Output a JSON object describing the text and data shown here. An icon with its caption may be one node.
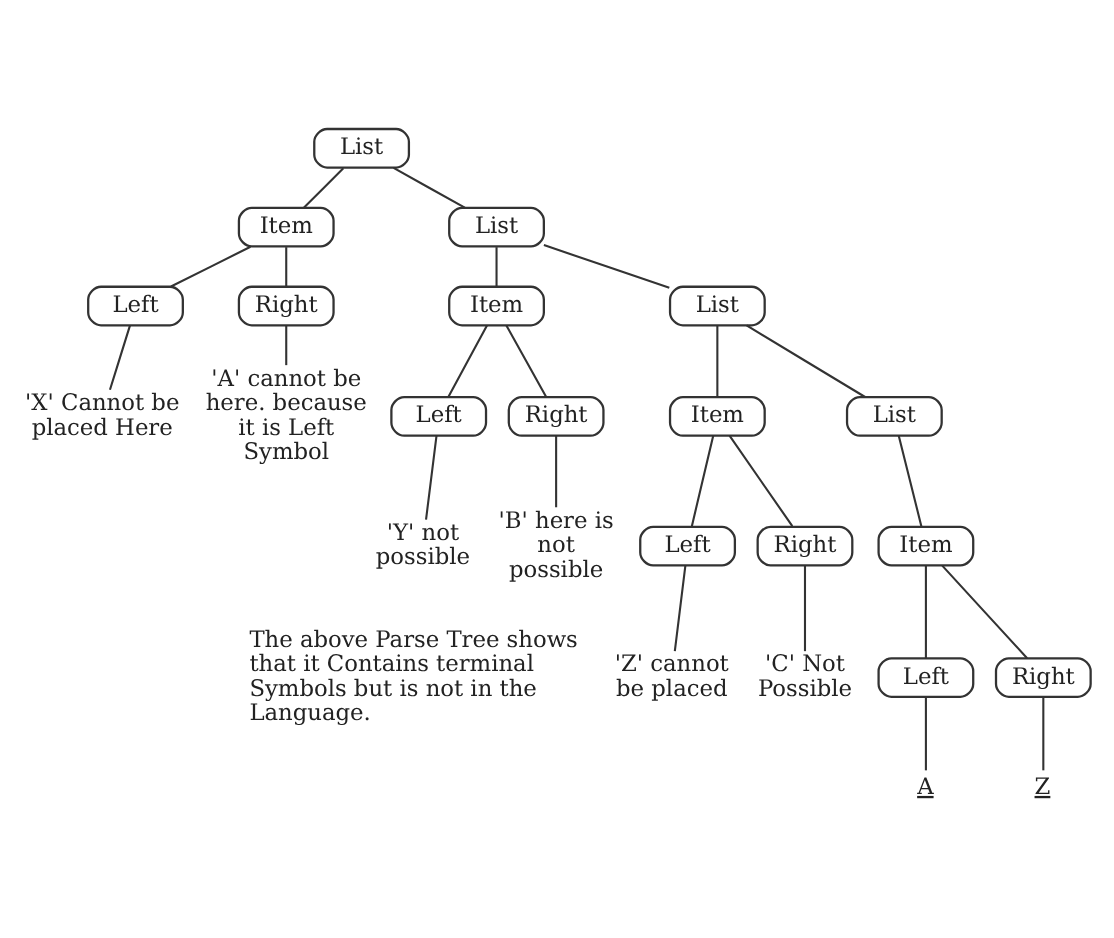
{
  "diagram": {
    "nodes": [
      {
        "text": [
          "List"
        ]
      },
      {
        "text": [
          "Item"
        ]
      },
      {
        "text": [
          "List"
        ]
      },
      {
        "text": [
          "Left"
        ]
      },
      {
        "text": [
          "Right"
        ]
      },
      {
        "text": [
          "Item"
        ]
      },
      {
        "text": [
          "List"
        ]
      },
      {
        "text": [
          "'X' Cannot be placed Here"
        ]
      },
      {
        "text": [
          "'A' cannot be here. because it is Left Symbol"
        ]
      },
      {
        "text": [
          "Left"
        ]
      },
      {
        "text": [
          "Right"
        ]
      },
      {
        "text": [
          "Item"
        ]
      },
      {
        "text": [
          "List"
        ]
      },
      {
        "text": [
          "'Y' not possible"
        ]
      },
      {
        "text": [
          "'B' here is not possible"
        ]
      },
      {
        "text": [
          "Left"
        ]
      },
      {
        "text": [
          "Right"
        ]
      },
      {
        "text": [
          "Item"
        ]
      },
      {
        "text": [
          "'Z' cannot be placed"
        ]
      },
      {
        "text": [
          "'C' Not Possible"
        ]
      },
      {
        "text": [
          "Left"
        ]
      },
      {
        "text": [
          "Right"
        ]
      },
      {
        "text": [
          "A"
        ]
      },
      {
        "text": [
          "Z"
        ]
      }
    ],
    "edges": [
      {
        "from": 0,
        "to": 1,
        "arrow": "none"
      },
      {
        "from": 0,
        "to": 2,
        "arrow": "none"
      },
      {
        "from": 1,
        "to": 3,
        "arrow": "none"
      },
      {
        "from": 1,
        "to": 4,
        "arrow": "none"
      },
      {
        "from": 2,
        "to": 5,
        "arrow": "none"
      },
      {
        "from": 2,
        "to": 6,
        "arrow": "none"
      },
      {
        "from": 3,
        "to": 7,
        "arrow": "none"
      },
      {
        "from": 4,
        "to": 8,
        "arrow": "none"
      },
      {
        "from": 5,
        "to": 9,
        "arrow": "none"
      },
      {
        "from": 5,
        "to": 10,
        "arrow": "none"
      },
      {
        "from": 6,
        "to": 11,
        "arrow": "none"
      },
      {
        "from": 6,
        "to": 12,
        "arrow": "none"
      },
      {
        "from": 9,
        "to": 13,
        "arrow": "none"
      },
      {
        "from": 10,
        "to": 14,
        "arrow": "none"
      },
      {
        "from": 11,
        "to": 15,
        "arrow": "none"
      },
      {
        "from": 11,
        "to": 16,
        "arrow": "none"
      },
      {
        "from": 12,
        "to": 17,
        "arrow": "none"
      },
      {
        "from": 15,
        "to": 18,
        "arrow": "none"
      },
      {
        "from": 16,
        "to": 19,
        "arrow": "none"
      },
      {
        "from": 17,
        "to": 20,
        "arrow": "none"
      },
      {
        "from": 17,
        "to": 21,
        "arrow": "none"
      },
      {
        "from": 20,
        "to": 22,
        "arrow": "none"
      },
      {
        "from": 21,
        "to": 23,
        "arrow": "none"
      }
    ],
    "labels": [
      "The above Parse Tree shows that it Contains terminal Symbols but is not in the Language."
    ]
  }
}
